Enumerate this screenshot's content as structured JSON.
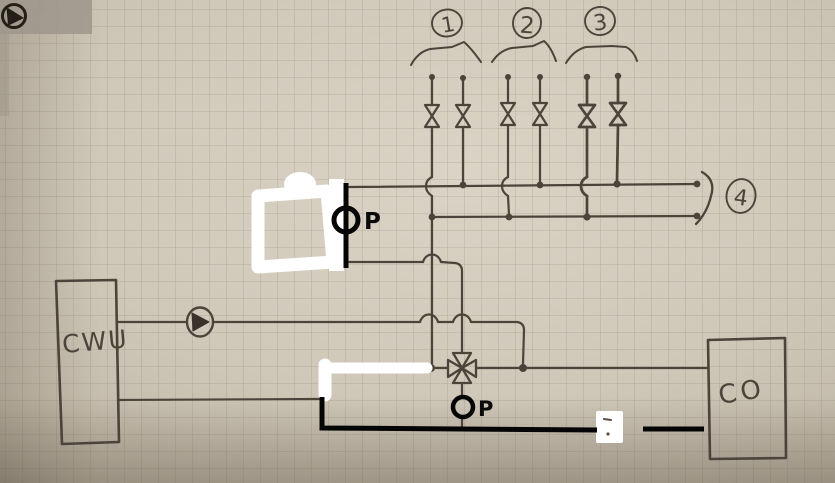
{
  "diagram": {
    "kind": "hand-drawn heating installation schematic photographed on squared paper",
    "labels": {
      "source_box": "CWU",
      "target_box": "CO",
      "pressure_top": "P",
      "pressure_bottom": "P",
      "group_1": "1",
      "group_2": "2",
      "group_3": "3",
      "group_4": "4"
    },
    "icons": {
      "corner-pump-icon": "circle with filled triangle (photo corner mark)",
      "pump-icon": "circle with filled right-pointing triangle on pipe",
      "shutoff-valve-icon": "hourglass / bowtie valve on riser (6x)",
      "mixing-valve-icon": "four-triangle cross (3-way mixing valve)",
      "gauge-ring-icon": "bold black ring marking measurement point (2x)"
    },
    "colors": {
      "paper": "#cfc7b8",
      "grid": "#968c7c",
      "pencil": "#4c443a",
      "annotation_black": "#000000",
      "annotation_white": "#ffffff",
      "corner_patch": "#9e978c"
    }
  }
}
